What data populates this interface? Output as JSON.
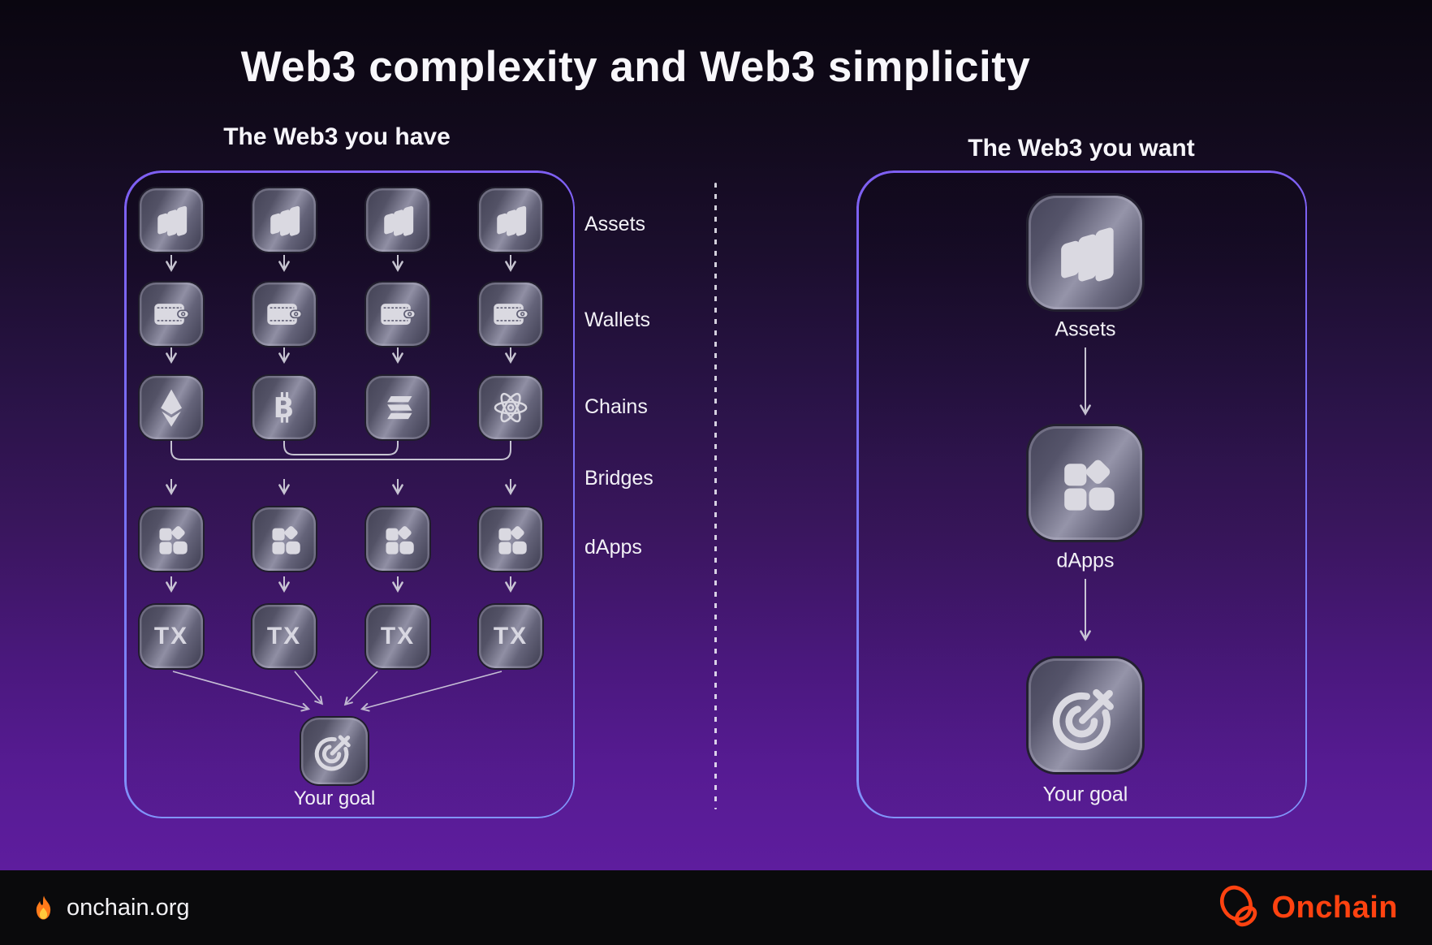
{
  "title": "Web3 complexity and Web3 simplicity",
  "left_panel": {
    "title": "The Web3 you have",
    "side_labels": [
      "Assets",
      "Wallets",
      "Chains",
      "Bridges",
      "dApps"
    ],
    "chain_icons": [
      "ethereum-icon",
      "bitcoin-icon",
      "solana-icon",
      "cosmos-atom-icon"
    ],
    "asset_icon": "assets-icon",
    "wallet_icon": "wallet-icon",
    "dapp_icon": "dapps-icon",
    "goal_icon": "goal-target-icon",
    "tx_label": "TX",
    "goal_label": "Your goal",
    "columns": 4
  },
  "right_panel": {
    "title": "The Web3 you want",
    "items": [
      {
        "icon": "assets-icon",
        "label": "Assets"
      },
      {
        "icon": "dapps-icon",
        "label": "dApps"
      },
      {
        "icon": "goal-target-icon",
        "label": "Your goal"
      }
    ]
  },
  "footer": {
    "site": "onchain.org",
    "site_icon": "flame-icon",
    "brand": "Onchain",
    "brand_icon": "onchain-knot-icon"
  },
  "colors": {
    "background_top": "#0a0610",
    "background_bottom": "#5e1d9e",
    "panel_border_top": "#7e5ff2",
    "panel_border_bottom": "#8194fa",
    "tile_highlight": "#9594a9",
    "glyph": "#dad9e1",
    "text": "#f2f1f6",
    "brand_orange": "#FF4210",
    "footer_background": "#0a0a0c"
  }
}
